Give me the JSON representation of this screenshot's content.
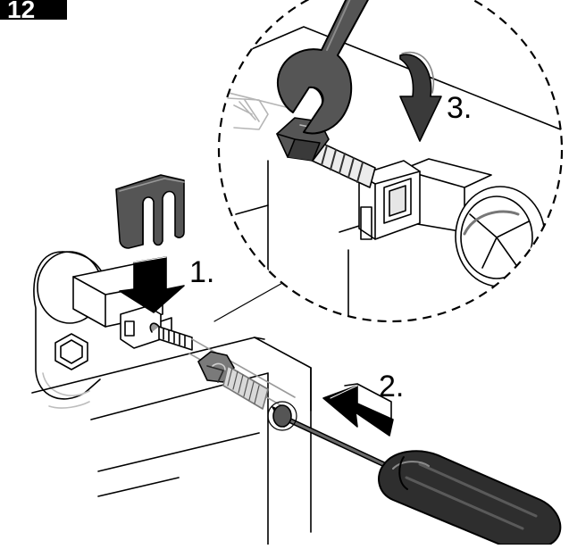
{
  "figure": {
    "step_number": "12",
    "step_labels": [
      "1.",
      "2.",
      "3."
    ]
  },
  "colors": {
    "ink": "#000000",
    "steel": "#6b6b6b",
    "steel_dark": "#3c3c3c",
    "steel_light": "#a8a8a8",
    "handle": "#2e2e2e",
    "handle_highlight": "#5a5a5a",
    "faded": "#c8c8c8",
    "paper": "#ffffff"
  },
  "icons": [
    "wrench-icon",
    "screwdriver-icon",
    "clip-icon",
    "arrow-down-icon",
    "arrow-left-icon",
    "rotate-arrow-icon",
    "bolt-icon"
  ]
}
